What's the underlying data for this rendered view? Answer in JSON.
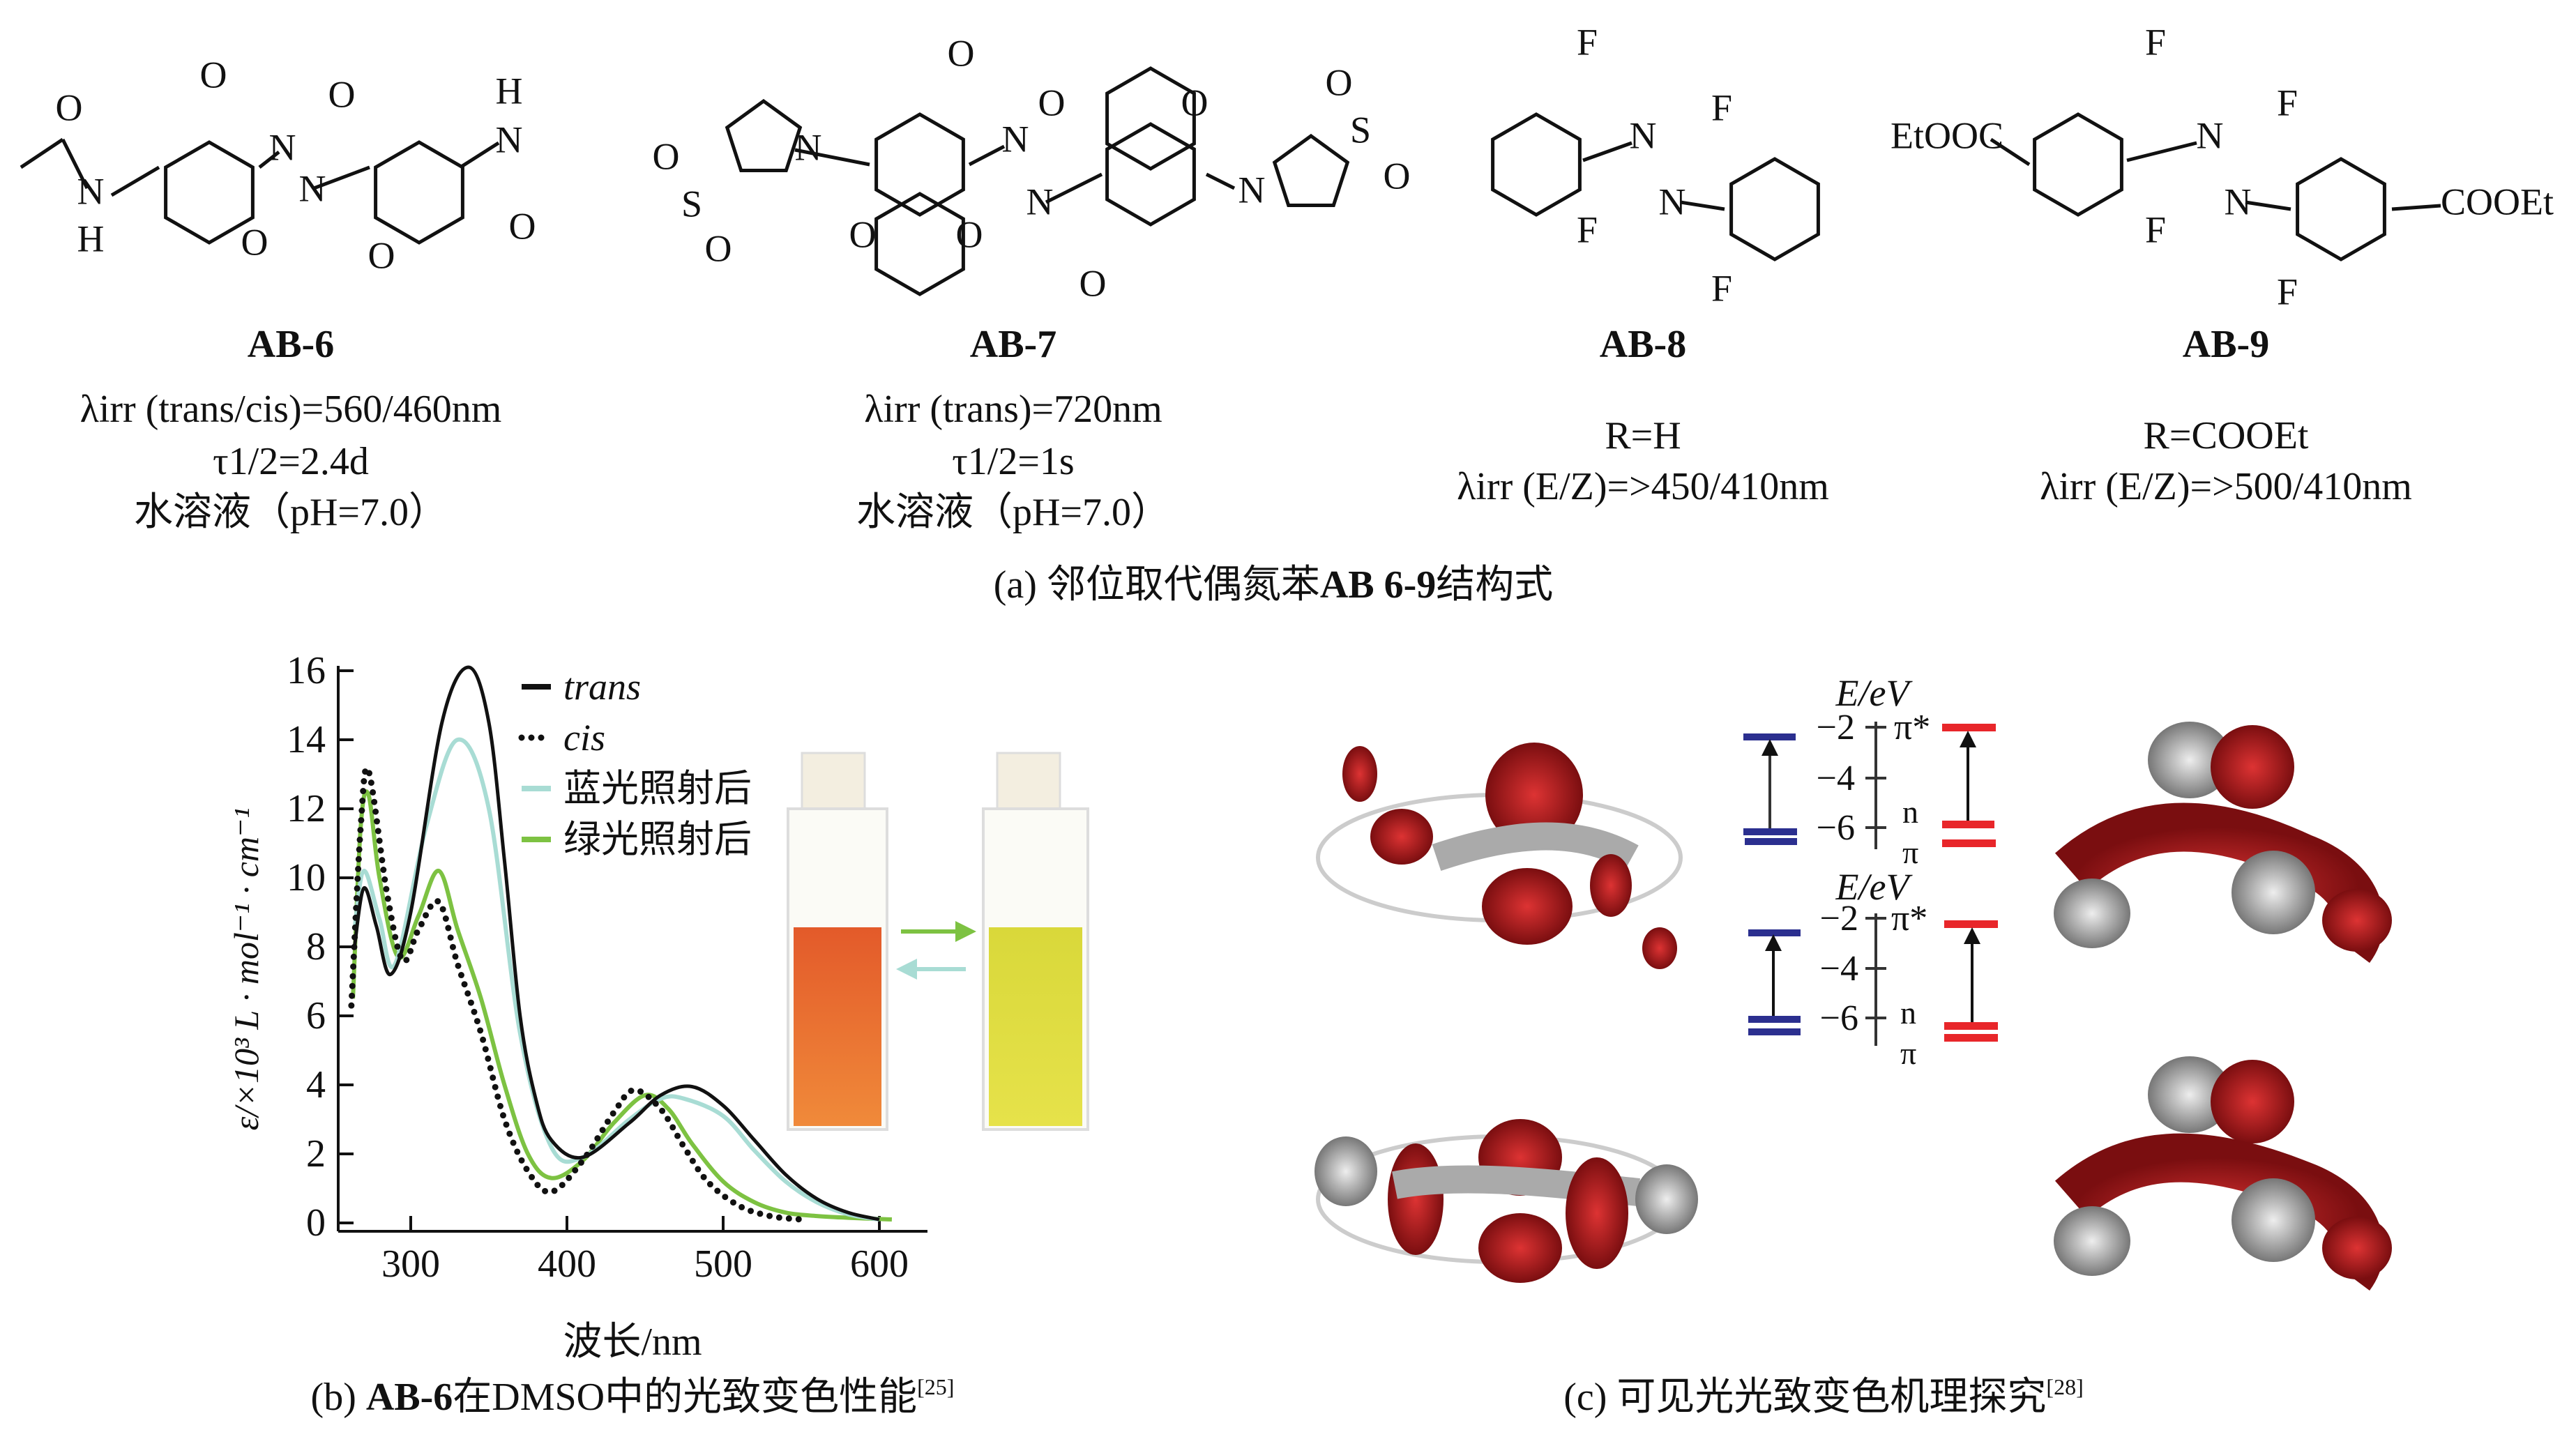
{
  "panel_a": {
    "caption_prefix": "(a) 邻位取代偶氮苯",
    "caption_bold": "AB 6-9",
    "caption_suffix": "结构式",
    "molecules": [
      {
        "name": "AB-6",
        "atoms": [
          "O",
          "N",
          "H",
          "O",
          "O",
          "N",
          "N",
          "O",
          "O",
          "H",
          "N",
          "O"
        ],
        "line1": "λirr (trans/cis)=560/460nm",
        "line2": "τ1/2=2.4d",
        "line3": "水溶液（pH=7.0）"
      },
      {
        "name": "AB-7",
        "atoms": [
          "O",
          "N",
          "O",
          "S",
          "O",
          "O",
          "O",
          "N",
          "N",
          "O",
          "O",
          "O",
          "N",
          "S",
          "O",
          "O"
        ],
        "line1": "λirr (trans)=720nm",
        "line2": "τ1/2=1s",
        "line3": "水溶液（pH=7.0）"
      },
      {
        "name": "AB-8",
        "atoms": [
          "F",
          "N",
          "N",
          "F",
          "F",
          "F"
        ],
        "line1": "R=H",
        "line2": "λirr (E/Z)=>450/410nm"
      },
      {
        "name": "AB-9",
        "atoms": [
          "EtOOC",
          "F",
          "N",
          "N",
          "F",
          "F",
          "COOEt",
          "F"
        ],
        "line1": "R=COOEt",
        "line2": "λirr (E/Z)=>500/410nm"
      }
    ]
  },
  "panel_b": {
    "caption_prefix": "(b) ",
    "caption_bold": "AB-6",
    "caption_suffix": "在DMSO中的光致变色性能",
    "caption_ref": "[25]"
  },
  "panel_c": {
    "caption": "(c) 可见光光致变色机理探究",
    "caption_ref": "[28]",
    "diagrams": [
      {
        "axis_label": "E/eV",
        "ticks": [
          "−2",
          "−4",
          "−6"
        ],
        "levels": [
          "π*",
          "n",
          "π"
        ]
      },
      {
        "axis_label": "E/eV",
        "ticks": [
          "−2",
          "−4",
          "−6"
        ],
        "levels": [
          "π*",
          "n",
          "π"
        ]
      }
    ],
    "colors": {
      "blue_level": "#2b2f8f",
      "red_level": "#e8262a",
      "orbital_red": "#a3161a",
      "orbital_gray": "#9a9a9a"
    }
  },
  "chart_data": {
    "type": "line",
    "title": "",
    "xlabel": "波长/nm",
    "ylabel": "ε/×10³ L · mol⁻¹ · cm⁻¹",
    "xlim": [
      254,
      630
    ],
    "ylim": [
      0,
      16
    ],
    "xticks": [
      300,
      400,
      500,
      600
    ],
    "yticks": [
      0,
      2,
      4,
      6,
      8,
      10,
      12,
      14,
      16
    ],
    "grid": false,
    "legend_position": "top-right",
    "series": [
      {
        "name": "trans",
        "color": "#111111",
        "style": "solid",
        "x": [
          264,
          270,
          278,
          287,
          300,
          320,
          337,
          350,
          360,
          370,
          380,
          390,
          410,
          440,
          460,
          480,
          500,
          520,
          540,
          560,
          580,
          600
        ],
        "y": [
          8.0,
          9.7,
          8.6,
          7.2,
          9.0,
          14.5,
          16.1,
          14.5,
          10.5,
          6.0,
          3.6,
          2.4,
          1.9,
          2.9,
          3.7,
          3.95,
          3.4,
          2.4,
          1.4,
          0.7,
          0.3,
          0.1
        ]
      },
      {
        "name": "cis",
        "color": "#111111",
        "style": "dotted",
        "x": [
          262,
          268,
          273,
          285,
          295,
          305,
          318,
          330,
          345,
          360,
          375,
          390,
          410,
          430,
          443,
          460,
          475,
          490,
          510,
          530,
          550
        ],
        "y": [
          6.3,
          11.5,
          13.1,
          9.5,
          7.6,
          8.5,
          9.3,
          7.5,
          5.5,
          3.0,
          1.5,
          0.9,
          1.8,
          3.2,
          3.85,
          3.3,
          2.2,
          1.2,
          0.5,
          0.2,
          0.1
        ]
      },
      {
        "name": "蓝光照射后",
        "color": "#a8dcd4",
        "style": "solid",
        "x": [
          264,
          270,
          280,
          290,
          310,
          330,
          350,
          370,
          390,
          410,
          440,
          460,
          475,
          500,
          520,
          540,
          560,
          580,
          600
        ],
        "y": [
          8.5,
          10.2,
          8.8,
          7.5,
          11.5,
          14.0,
          12.0,
          5.5,
          2.2,
          1.9,
          3.0,
          3.6,
          3.6,
          3.1,
          2.1,
          1.2,
          0.6,
          0.25,
          0.1
        ]
      },
      {
        "name": "绿光照射后",
        "color": "#7dc242",
        "style": "solid",
        "x": [
          263,
          268,
          273,
          280,
          292,
          305,
          318,
          330,
          345,
          360,
          375,
          390,
          410,
          430,
          450,
          465,
          480,
          500,
          520,
          540,
          560,
          580,
          608
        ],
        "y": [
          6.5,
          11.5,
          12.4,
          10.0,
          7.7,
          8.9,
          10.2,
          8.5,
          6.5,
          4.0,
          2.0,
          1.3,
          1.8,
          2.9,
          3.7,
          3.3,
          2.3,
          1.2,
          0.6,
          0.3,
          0.2,
          0.15,
          0.1
        ]
      }
    ]
  }
}
